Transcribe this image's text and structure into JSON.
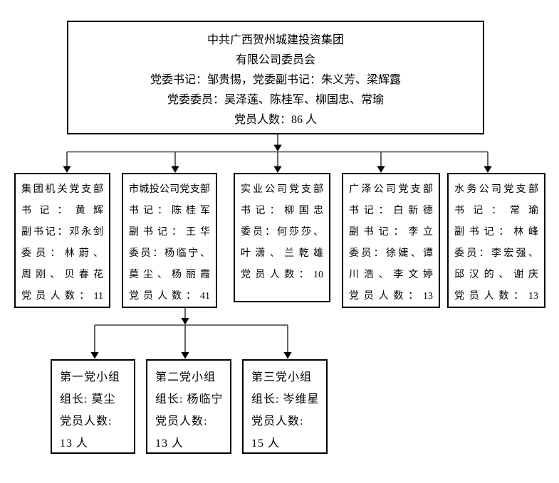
{
  "colors": {
    "background": "#ffffff",
    "text": "#000000",
    "box_border": "#000000",
    "connector_line": "#3d3d3d",
    "arrow": "#000000"
  },
  "root_box": {
    "lines": [
      "中共广西贺州城建投资集团",
      "有限公司委员会",
      "党委书记：邹贵惕，党委副书记：朱义芳、梁辉露",
      "党委委员：吴泽莲、陈桂军、柳国忠、常瑜",
      "党员人数：86 人"
    ]
  },
  "branch_boxes": [
    {
      "lines": [
        "集团机关党支部",
        "书记：黄辉",
        "副书记：邓永剑",
        "委员：林蔚、",
        "周刚、贝春花",
        "党员人数：11"
      ]
    },
    {
      "lines": [
        "市城投公司党支部",
        "书记：陈桂军",
        "副书记：王华",
        "委员：杨临宁、",
        "莫尘、杨丽霞",
        "党员人数：41"
      ]
    },
    {
      "lines": [
        "实业公司党支部",
        "书记：柳国忠",
        "委员：何莎莎、",
        "叶潇、兰乾雄",
        "党员人数：10"
      ]
    },
    {
      "lines": [
        "广泽公司党支部",
        "书记：白新德",
        "副书记：李立",
        "委员：徐婕、谭",
        "川浩、李文婷",
        "党员人数：13"
      ]
    },
    {
      "lines": [
        "水务公司党支部",
        "书记：常瑜",
        "副书记：林峰",
        "委员：李宏强、",
        "邱汉的、谢庆",
        "党员人数：13"
      ]
    }
  ],
  "group_boxes": [
    {
      "lines": [
        "第一党小组",
        "组长: 莫尘",
        "党员人数:",
        "13 人"
      ]
    },
    {
      "lines": [
        "第二党小组",
        "组长: 杨临宁",
        "党员人数:",
        "13 人"
      ]
    },
    {
      "lines": [
        "第三党小组",
        "组长: 岑维星",
        "党员人数:",
        "15 人"
      ]
    }
  ]
}
